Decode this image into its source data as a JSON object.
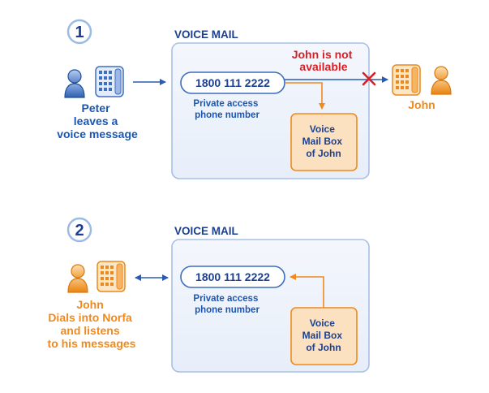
{
  "colors": {
    "navy": "#1d3f8f",
    "blue": "#1a56b4",
    "panel_fill": "#eef3fb",
    "panel_stroke": "#9db7df",
    "orange": "#f08a1c",
    "orange_fill": "#fbe1c0",
    "red": "#d81f26"
  },
  "step1": {
    "number": "1",
    "title": "VOICE MAIL",
    "phone_number": "1800 111 2222",
    "access_line1": "Private access",
    "access_line2": "phone number",
    "caller_line1": "Peter",
    "caller_line2": "leaves a",
    "caller_line3": "voice message",
    "unavailable_line1": "John is not",
    "unavailable_line2": "available",
    "mailbox_line1": "Voice",
    "mailbox_line2": "Mail Box",
    "mailbox_line3": "of John",
    "recipient": "John",
    "icons": [
      "person-icon",
      "desk-phone-icon",
      "arrow-right-icon",
      "blocked-x-icon",
      "desk-phone-icon",
      "person-icon"
    ]
  },
  "step2": {
    "number": "2",
    "title": "VOICE MAIL",
    "phone_number": "1800 111 2222",
    "access_line1": "Private access",
    "access_line2": "phone number",
    "mailbox_line1": "Voice",
    "mailbox_line2": "Mail Box",
    "mailbox_line3": "of John",
    "caller_line1": "John",
    "caller_line2": "Dials into Norfa",
    "caller_line3": "and listens",
    "caller_line4": "to his messages",
    "icons": [
      "person-icon",
      "desk-phone-icon",
      "double-arrow-icon"
    ]
  }
}
